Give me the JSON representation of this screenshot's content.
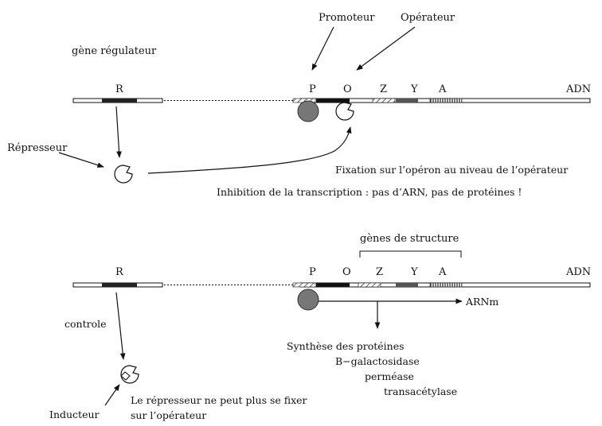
{
  "top": {
    "promoteur": "Promoteur",
    "operateur": "Opérateur",
    "gene_regulateur": "gène régulateur",
    "gene_r": "R",
    "gene_p": "P",
    "gene_o": "O",
    "gene_z": "Z",
    "gene_y": "Y",
    "gene_a": "A",
    "adn": "ADN",
    "represseur": "Répresseur",
    "fixation": "Fixation sur l’opéron au niveau de l’opérateur",
    "inhibition": "Inhibition de la transcription : pas d’ARN, pas de protéines !"
  },
  "bottom": {
    "genes_structure": "gènes de structure",
    "gene_r": "R",
    "gene_p": "P",
    "gene_o": "O",
    "gene_z": "Z",
    "gene_y": "Y",
    "gene_a": "A",
    "adn": "ADN",
    "arnm": "ARNm",
    "controle": "controle",
    "synthese": "Synthèse des protéines",
    "b_galactosidase": "B−galactosidase",
    "permease": "perméase",
    "transacetylase": "transacétylase",
    "represseur_line1": "Le répresseur ne peut plus se fixer",
    "represseur_line2": "sur l’opérateur",
    "inducteur": "Inducteur"
  },
  "colors": {
    "gene_block": "#222222",
    "z_block": "#555555",
    "polymerase": "#777777",
    "line": "#111111"
  }
}
